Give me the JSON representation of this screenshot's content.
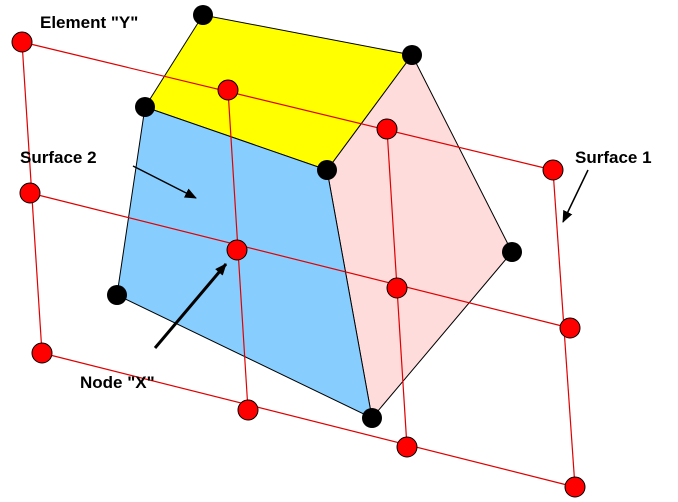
{
  "labels": {
    "element_y": "Element \"Y\"",
    "surface_2": "Surface 2",
    "surface_1": "Surface 1",
    "node_x": "Node \"X\""
  },
  "colors": {
    "surface_2_face": "#87ceff",
    "top_face": "#ffff00",
    "side_face": "#ffdcdc",
    "red_node": "#ff0000",
    "red_grid": "#e00000",
    "black_node": "#000000",
    "outline": "#000000"
  }
}
